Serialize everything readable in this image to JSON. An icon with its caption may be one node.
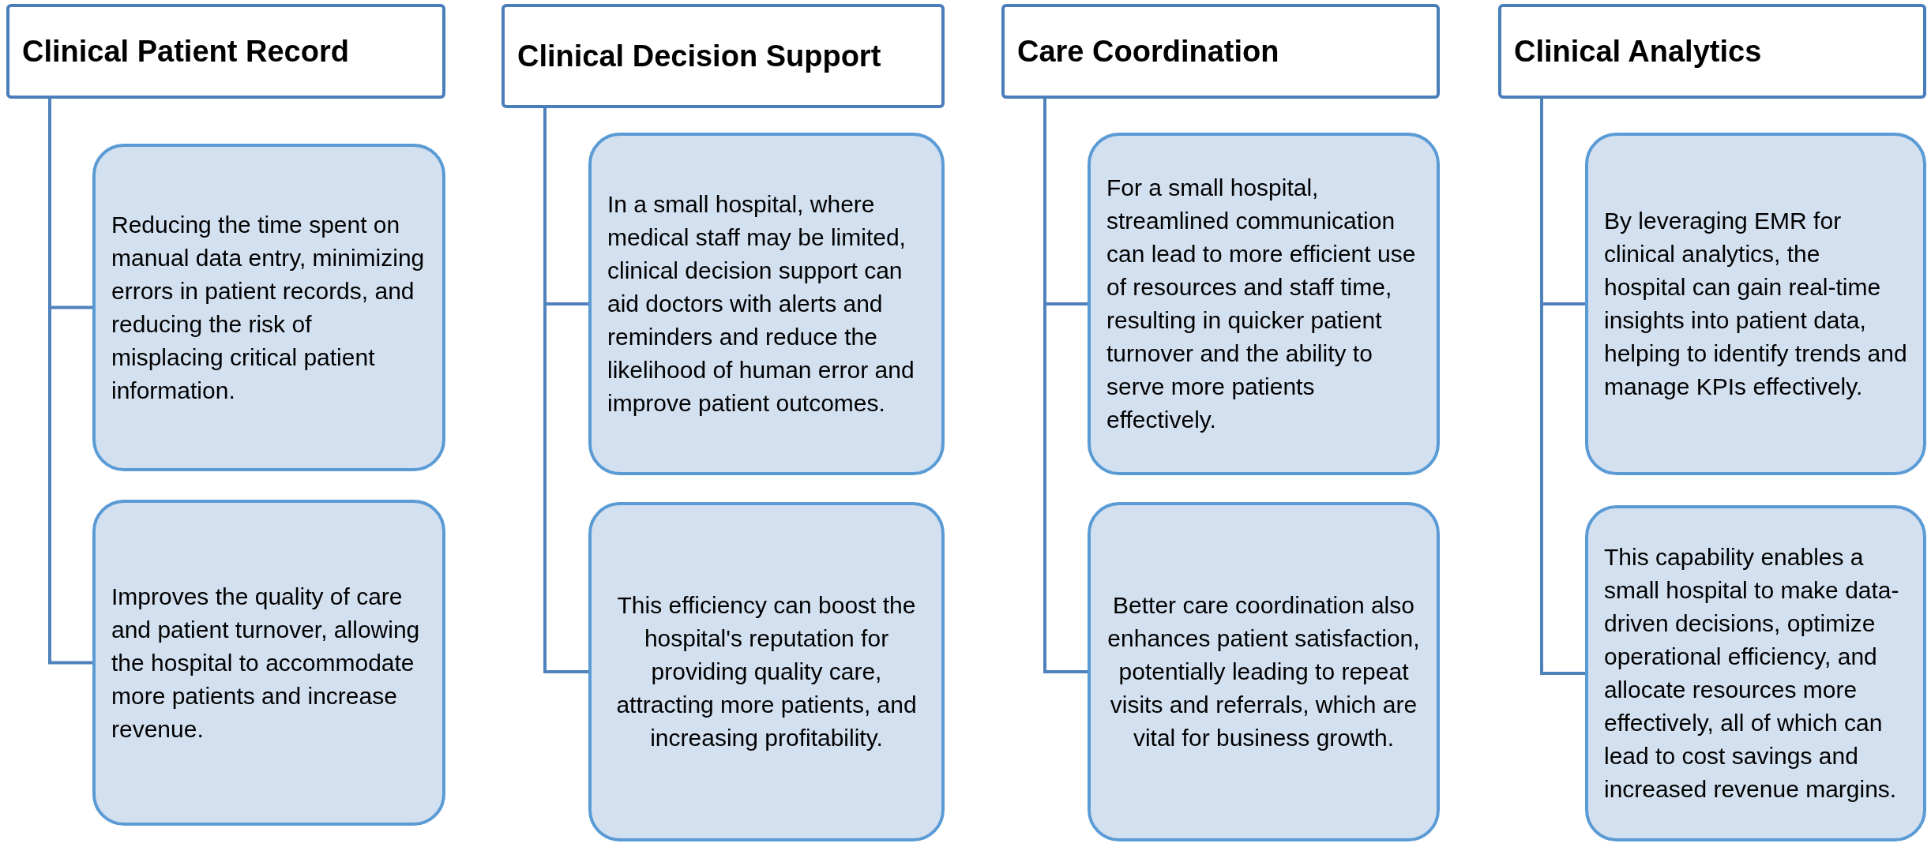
{
  "diagram": {
    "nodes": [
      {
        "text": [
          "Clinical Patient Record"
        ]
      },
      {
        "text": [
          "Reducing the time spent on manual data entry, minimizing errors in patient records, and reducing the risk of misplacing critical patient information."
        ]
      },
      {
        "text": [
          "Improves the quality of care and patient turnover, allowing the hospital to accommodate more patients and increase revenue."
        ]
      },
      {
        "text": [
          "Clinical Decision Support"
        ]
      },
      {
        "text": [
          "In a small hospital, where medical staff may be limited, clinical decision support can aid doctors with alerts and reminders and reduce the likelihood of human error and improve patient outcomes."
        ]
      },
      {
        "text": [
          "This efficiency can boost the hospital's reputation for providing quality care, attracting more patients, and increasing profitability."
        ]
      },
      {
        "text": [
          "Care Coordination"
        ]
      },
      {
        "text": [
          "For a small hospital, streamlined communication can lead to more efficient use of resources and staff time, resulting in quicker patient turnover and the ability to serve more patients effectively."
        ]
      },
      {
        "text": [
          "Better care coordination also enhances patient satisfaction, potentially leading to repeat visits and referrals, which are vital for business growth."
        ]
      },
      {
        "text": [
          "Clinical Analytics"
        ]
      },
      {
        "text": [
          "By leveraging EMR for clinical analytics, the hospital can gain real-time insights into patient data, helping to identify trends and manage KPIs effectively."
        ]
      },
      {
        "text": [
          "This capability enables a small hospital to make data-driven decisions, optimize operational efficiency, and allocate resources more effectively, all of which can lead to cost savings and increased revenue margins."
        ]
      }
    ],
    "edges": [
      {
        "from": 0,
        "to": 1,
        "arrow": "none"
      },
      {
        "from": 0,
        "to": 2,
        "arrow": "none"
      },
      {
        "from": 3,
        "to": 4,
        "arrow": "none"
      },
      {
        "from": 3,
        "to": 5,
        "arrow": "none"
      },
      {
        "from": 6,
        "to": 7,
        "arrow": "none"
      },
      {
        "from": 6,
        "to": 8,
        "arrow": "none"
      },
      {
        "from": 9,
        "to": 10,
        "arrow": "none"
      },
      {
        "from": 9,
        "to": 11,
        "arrow": "none"
      }
    ]
  }
}
